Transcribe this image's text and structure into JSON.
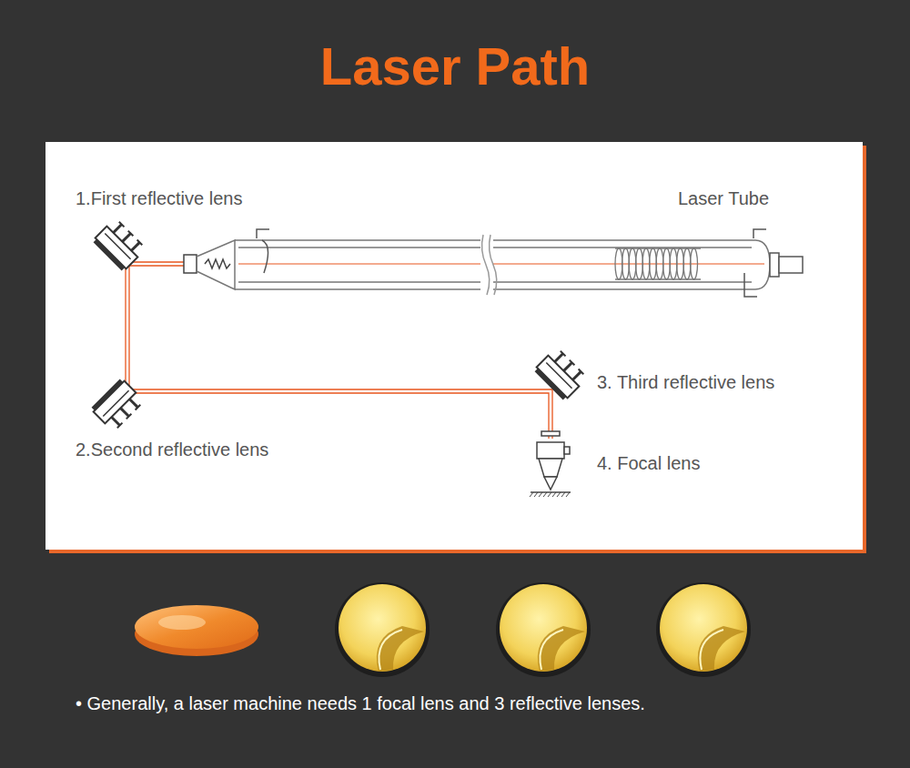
{
  "diagram": {
    "title": "Laser Path",
    "caption": "• Generally, a laser machine needs 1 focal lens and 3 reflective lenses.",
    "labels": [
      "1.First reflective lens",
      "Laser Tube",
      "3. Third reflective lens",
      "2.Second reflective lens",
      "4. Focal lens"
    ]
  }
}
